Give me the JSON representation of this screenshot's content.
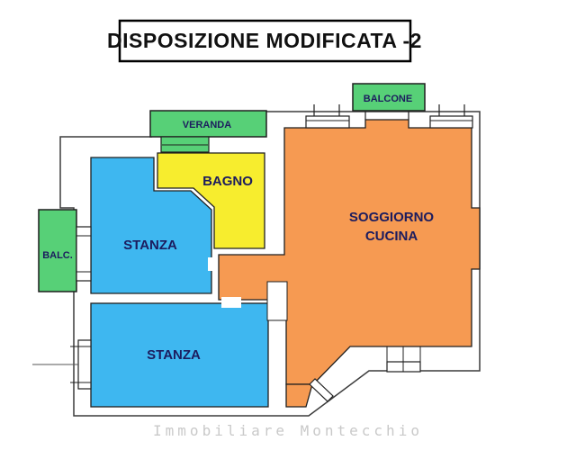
{
  "title": "DISPOSIZIONE MODIFICATA -2",
  "watermark": "Immobiliare Montecchio",
  "colors": {
    "background": "#ffffff",
    "wall": "#3c3c3c",
    "room_outline": "#1f1f1f",
    "blue": "#3eb7f0",
    "yellow": "#f7ed2e",
    "orange": "#f69a52",
    "green": "#57d077",
    "label": "#1c1c5e",
    "title_text": "#111111",
    "watermark_color": "#c9c9c9",
    "white": "#ffffff"
  },
  "rooms": {
    "stanza1": {
      "label": "STANZA"
    },
    "stanza2": {
      "label": "STANZA"
    },
    "bagno": {
      "label": "BAGNO"
    },
    "soggiorno": {
      "label_line1": "SOGGIORNO",
      "label_line2": "CUCINA"
    },
    "veranda": {
      "label": "VERANDA"
    },
    "balcone": {
      "label": "BALCONE"
    },
    "balc": {
      "label": "BALC."
    }
  }
}
